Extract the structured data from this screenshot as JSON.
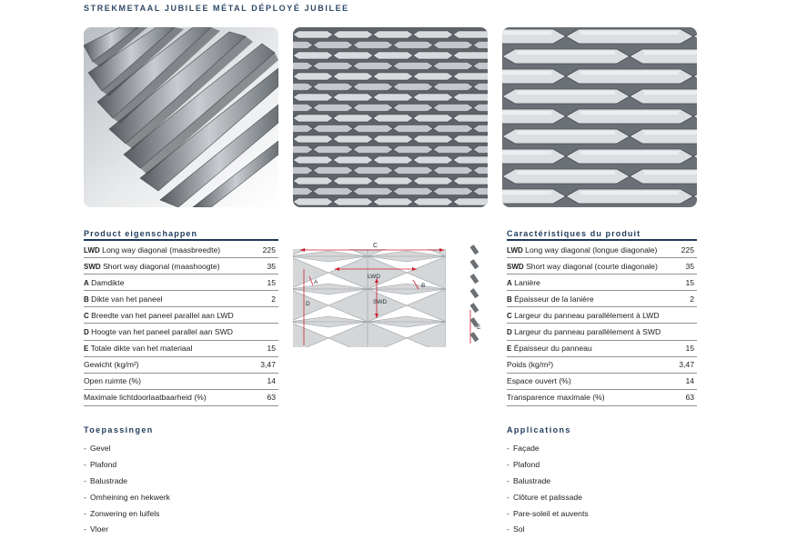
{
  "header": {
    "title_nl": "STREKMETAAL JUBILEE",
    "title_fr": "MÉTAL DÉPLOYÉ JUBILEE"
  },
  "photos": [
    {
      "name": "perspective-view"
    },
    {
      "name": "front-view"
    },
    {
      "name": "close-up-view"
    }
  ],
  "nl": {
    "section_title": "Product eigenschappen",
    "rows": [
      {
        "code": "LWD",
        "label": "Long way diagonal (maasbreedte)",
        "value": "225"
      },
      {
        "code": "SWD",
        "label": "Short way diagonal (maashoogte)",
        "value": "35"
      },
      {
        "code": "A",
        "label": "Damdikte",
        "value": "15"
      },
      {
        "code": "B",
        "label": "Dikte van het paneel",
        "value": "2"
      },
      {
        "code": "C",
        "label": "Breedte van het paneel parallel aan LWD",
        "value": ""
      },
      {
        "code": "D",
        "label": "Hoogte van het paneel parallel aan SWD",
        "value": ""
      },
      {
        "code": "E",
        "label": "Totale dikte van het materiaal",
        "value": "15"
      },
      {
        "code": "",
        "label": "Gewicht (kg/m²)",
        "value": "3,47"
      },
      {
        "code": "",
        "label": "Open ruimte (%)",
        "value": "14"
      },
      {
        "code": "",
        "label": "Maximale lichtdoorlaatbaarheid (%)",
        "value": "63"
      }
    ],
    "applications_title": "Toepassingen",
    "applications": [
      "Gevel",
      "Plafond",
      "Balustrade",
      "Omheining en hekwerk",
      "Zonwering en luifels",
      "Vloer"
    ]
  },
  "fr": {
    "section_title": "Caractéristiques du produit",
    "rows": [
      {
        "code": "LWD",
        "label": "Long way diagonal (longue diagonale)",
        "value": "225"
      },
      {
        "code": "SWD",
        "label": "Short way diagonal (courte diagonale)",
        "value": "35"
      },
      {
        "code": "A",
        "label": "Lanière",
        "value": "15"
      },
      {
        "code": "B",
        "label": "Épaisseur de la lanière",
        "value": "2"
      },
      {
        "code": "C",
        "label": "Largeur du panneau parallèlement à LWD",
        "value": ""
      },
      {
        "code": "D",
        "label": "Largeur du panneau parallèlement à SWD",
        "value": ""
      },
      {
        "code": "E",
        "label": "Épaisseur du panneau",
        "value": "15"
      },
      {
        "code": "",
        "label": "Poids (kg/m²)",
        "value": "3,47"
      },
      {
        "code": "",
        "label": "Espace ouvert (%)",
        "value": "14"
      },
      {
        "code": "",
        "label": "Transparence maximale (%)",
        "value": "63"
      }
    ],
    "applications_title": "Applications",
    "applications": [
      "Façade",
      "Plafond",
      "Balustrade",
      "Clôture et palissade",
      "Pare-soleil et auvents",
      "Sol"
    ]
  },
  "diagram": {
    "labels": {
      "c": "C",
      "lwd": "LWD",
      "swd": "SWD",
      "a": "A",
      "b": "B",
      "d": "D",
      "e": "E"
    },
    "colors": {
      "mesh": "#d4d6d8",
      "mesh_edge": "#9aa0a5",
      "dimension": "#cc1f2d"
    }
  },
  "colors": {
    "heading": "#1e3a5a",
    "top_header": "#2e4a66",
    "rule": "#8a939b"
  }
}
